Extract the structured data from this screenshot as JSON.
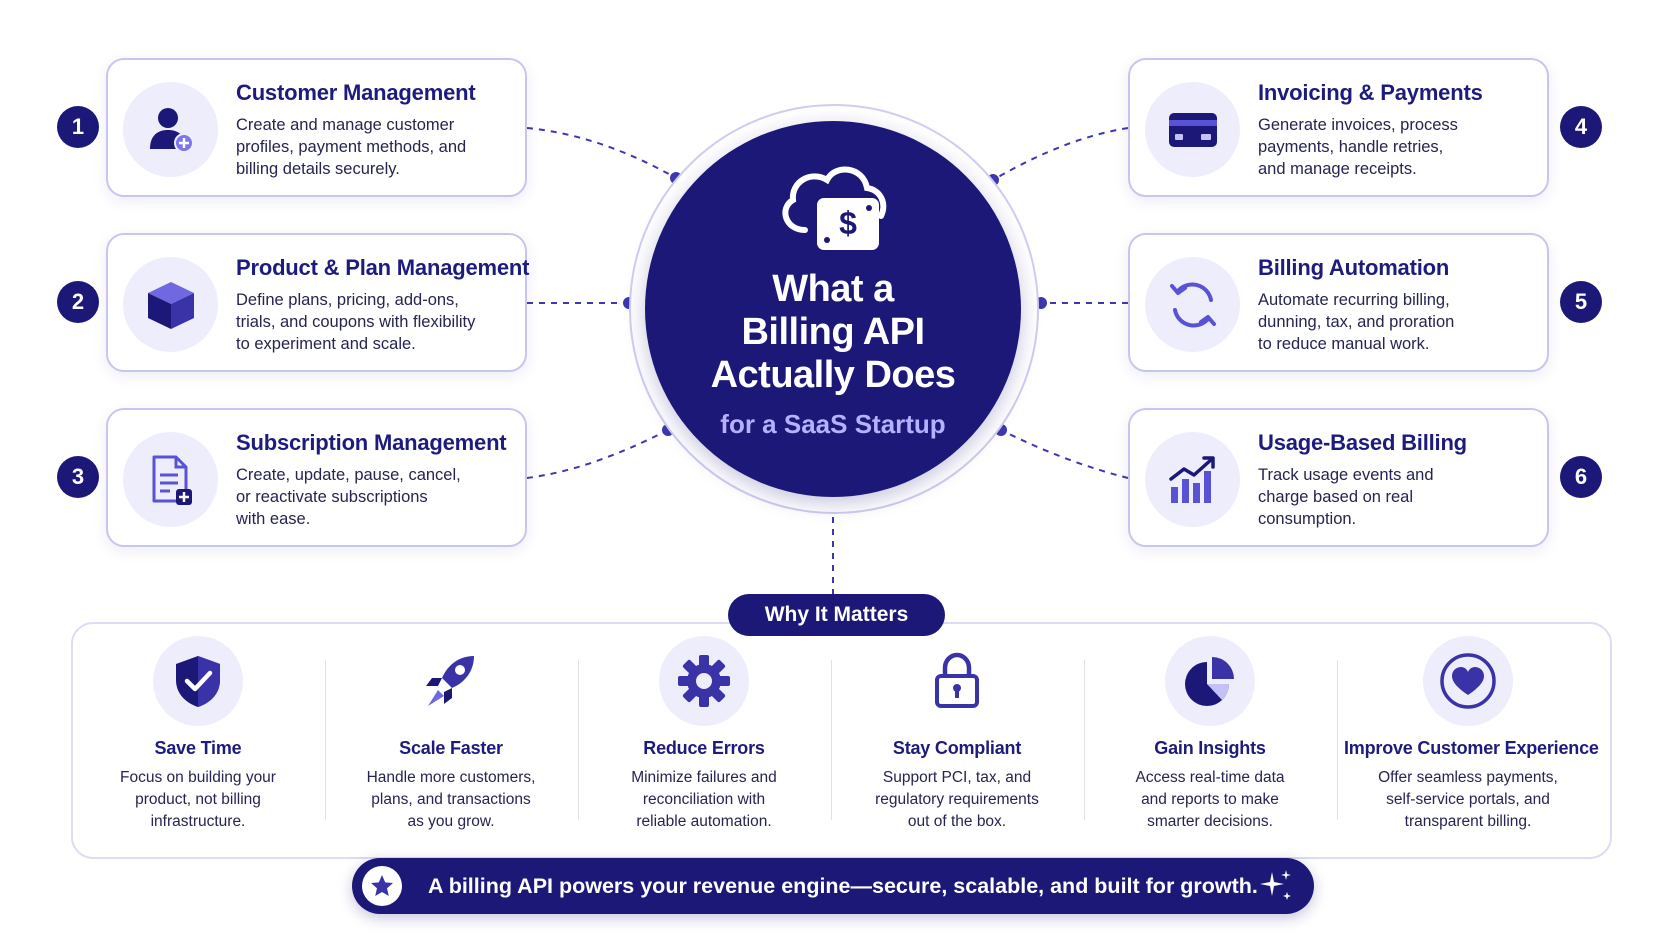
{
  "hub": {
    "title_lines": [
      "What a",
      "Billing API",
      "Actually Does"
    ],
    "subtitle": "for a SaaS Startup"
  },
  "features": [
    {
      "number": "1",
      "title": "Customer Management",
      "lines": [
        "Create and manage customer",
        "profiles, payment methods, and",
        "billing details securely."
      ],
      "icon": "user-add-icon"
    },
    {
      "number": "2",
      "title": "Product & Plan Management",
      "lines": [
        "Define plans, pricing, add-ons,",
        "trials, and coupons with flexibility",
        "to experiment and scale."
      ],
      "icon": "cube-icon"
    },
    {
      "number": "3",
      "title": "Subscription Management",
      "lines": [
        "Create, update, pause, cancel,",
        "or reactivate subscriptions",
        "with ease."
      ],
      "icon": "document-add-icon"
    },
    {
      "number": "4",
      "title": "Invoicing & Payments",
      "lines": [
        "Generate invoices, process",
        "payments, handle retries,",
        "and manage receipts."
      ],
      "icon": "credit-card-icon"
    },
    {
      "number": "5",
      "title": "Billing Automation",
      "lines": [
        "Automate recurring billing,",
        "dunning, tax, and proration",
        "to reduce manual work."
      ],
      "icon": "refresh-icon"
    },
    {
      "number": "6",
      "title": "Usage-Based Billing",
      "lines": [
        "Track usage events and",
        "charge based on real",
        "consumption."
      ],
      "icon": "bar-chart-icon"
    }
  ],
  "why": {
    "label": "Why It Matters",
    "benefits": [
      {
        "title": "Save Time",
        "lines": [
          "Focus on building your",
          "product, not billing",
          "infrastructure."
        ],
        "icon": "shield-check-icon"
      },
      {
        "title": "Scale Faster",
        "lines": [
          "Handle more customers,",
          "plans, and transactions",
          "as you grow."
        ],
        "icon": "rocket-icon"
      },
      {
        "title": "Reduce Errors",
        "lines": [
          "Minimize failures and",
          "reconciliation with",
          "reliable automation."
        ],
        "icon": "gear-icon"
      },
      {
        "title": "Stay Compliant",
        "lines": [
          "Support PCI, tax, and",
          "regulatory requirements",
          "out of the box."
        ],
        "icon": "lock-icon"
      },
      {
        "title": "Gain Insights",
        "lines": [
          "Access real-time data",
          "and reports to make",
          "smarter decisions."
        ],
        "icon": "pie-chart-icon"
      },
      {
        "title": "Improve Customer Experience",
        "lines": [
          "Offer seamless payments,",
          "self-service portals, and",
          "transparent billing."
        ],
        "icon": "heart-icon"
      }
    ]
  },
  "banner": {
    "text": "A billing API powers your revenue engine—secure, scalable, and built for growth.",
    "icon": "star-icon"
  },
  "colors": {
    "navy": "#1c1878",
    "accent": "#4f46c8",
    "icon_bg": "#eeedfb",
    "border": "#c7c6ee"
  }
}
